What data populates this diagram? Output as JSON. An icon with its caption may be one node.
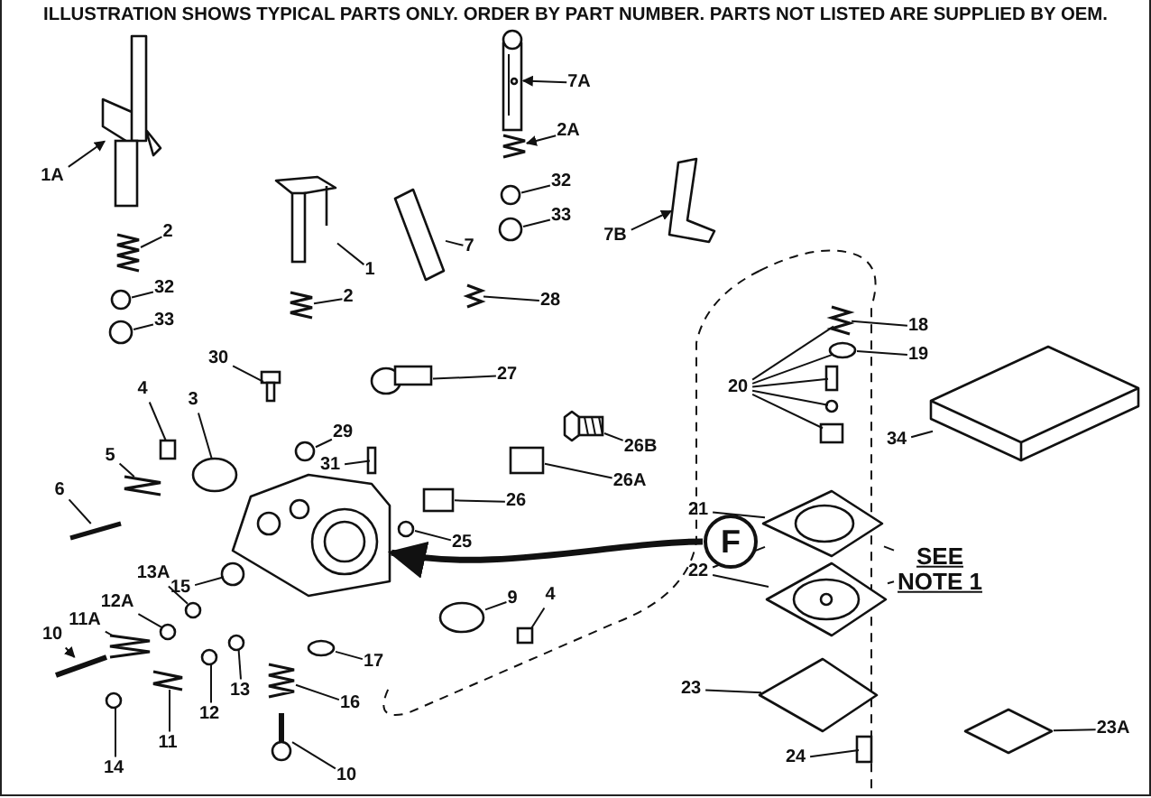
{
  "diagram": {
    "title": "ILLUSTRATION SHOWS TYPICAL PARTS ONLY. ORDER BY PART NUMBER. PARTS NOT LISTED ARE SUPPLIED BY OEM.",
    "nodes": [
      {
        "text": [
          "1A"
        ]
      },
      {
        "text": [
          "2"
        ]
      },
      {
        "text": [
          "32"
        ]
      },
      {
        "text": [
          "33"
        ]
      },
      {
        "text": [
          "1"
        ]
      },
      {
        "text": [
          "2"
        ]
      },
      {
        "text": [
          "7A"
        ]
      },
      {
        "text": [
          "2A"
        ]
      },
      {
        "text": [
          "32"
        ]
      },
      {
        "text": [
          "33"
        ]
      },
      {
        "text": [
          "7"
        ]
      },
      {
        "text": [
          "7B"
        ]
      },
      {
        "text": [
          "28"
        ]
      },
      {
        "text": [
          "30"
        ]
      },
      {
        "text": [
          "27"
        ]
      },
      {
        "text": [
          "4"
        ]
      },
      {
        "text": [
          "3"
        ]
      },
      {
        "text": [
          "29"
        ]
      },
      {
        "text": [
          "31"
        ]
      },
      {
        "text": [
          "5"
        ]
      },
      {
        "text": [
          "6"
        ]
      },
      {
        "text": [
          "26"
        ]
      },
      {
        "text": [
          "25"
        ]
      },
      {
        "text": [
          "26A"
        ]
      },
      {
        "text": [
          "26B"
        ]
      },
      {
        "text": [
          "15"
        ]
      },
      {
        "text": [
          "13A"
        ]
      },
      {
        "text": [
          "12A"
        ]
      },
      {
        "text": [
          "11A"
        ]
      },
      {
        "text": [
          "10"
        ]
      },
      {
        "text": [
          "9"
        ]
      },
      {
        "text": [
          "4"
        ]
      },
      {
        "text": [
          "17"
        ]
      },
      {
        "text": [
          "13"
        ]
      },
      {
        "text": [
          "12"
        ]
      },
      {
        "text": [
          "11"
        ]
      },
      {
        "text": [
          "16"
        ]
      },
      {
        "text": [
          "14"
        ]
      },
      {
        "text": [
          "10"
        ]
      },
      {
        "text": [
          "18"
        ]
      },
      {
        "text": [
          "19"
        ]
      },
      {
        "text": [
          "20"
        ]
      },
      {
        "text": [
          "34"
        ]
      },
      {
        "text": [
          "21"
        ]
      },
      {
        "text": [
          "22"
        ]
      },
      {
        "text": [
          "SEE NOTE 1"
        ]
      },
      {
        "text": [
          "23"
        ]
      },
      {
        "text": [
          "24"
        ]
      },
      {
        "text": [
          "23A"
        ]
      },
      {
        "text": [
          "F"
        ]
      },
      {
        "text": [],
        "shape": "picture"
      },
      {
        "text": [],
        "shape": "picture"
      },
      {
        "text": [],
        "shape": "circle"
      },
      {
        "text": [],
        "shape": "circle"
      },
      {
        "text": [],
        "shape": "picture"
      },
      {
        "text": [],
        "shape": "picture"
      },
      {
        "text": [],
        "shape": "picture"
      },
      {
        "text": [],
        "shape": "picture"
      },
      {
        "text": [],
        "shape": "circle"
      },
      {
        "text": [],
        "shape": "circle"
      },
      {
        "text": [],
        "shape": "picture"
      },
      {
        "text": [],
        "shape": "picture"
      },
      {
        "text": [],
        "shape": "picture"
      },
      {
        "text": [],
        "shape": "picture"
      },
      {
        "text": [],
        "shape": "picture"
      },
      {
        "text": [],
        "shape": "box"
      },
      {
        "text": [],
        "shape": "circle"
      },
      {
        "text": [],
        "shape": "circle"
      },
      {
        "text": [],
        "shape": "box"
      },
      {
        "text": [],
        "shape": "picture"
      },
      {
        "text": [],
        "shape": "picture"
      },
      {
        "text": [],
        "shape": "box"
      },
      {
        "text": [],
        "shape": "circle"
      },
      {
        "text": [],
        "shape": "box"
      },
      {
        "text": [],
        "shape": "picture"
      },
      {
        "text": [],
        "shape": "circle"
      },
      {
        "text": [],
        "shape": "circle"
      },
      {
        "text": [],
        "shape": "circle"
      },
      {
        "text": [],
        "shape": "picture"
      },
      {
        "text": [],
        "shape": "picture"
      },
      {
        "text": [],
        "shape": "circle"
      },
      {
        "text": [],
        "shape": "box"
      },
      {
        "text": [],
        "shape": "circle"
      },
      {
        "text": [],
        "shape": "circle"
      },
      {
        "text": [],
        "shape": "circle"
      },
      {
        "text": [],
        "shape": "picture"
      },
      {
        "text": [],
        "shape": "picture"
      },
      {
        "text": [],
        "shape": "circle"
      },
      {
        "text": [],
        "shape": "picture"
      },
      {
        "text": [],
        "shape": "picture"
      },
      {
        "text": [],
        "shape": "circle"
      },
      {
        "text": [],
        "shape": "box"
      },
      {
        "text": [],
        "shape": "circle"
      },
      {
        "text": [],
        "shape": "box"
      },
      {
        "text": [],
        "shape": "picture"
      },
      {
        "text": [],
        "shape": "picture"
      },
      {
        "text": [],
        "shape": "picture"
      },
      {
        "text": [],
        "shape": "picture"
      },
      {
        "text": [],
        "shape": "box"
      },
      {
        "text": [],
        "shape": "picture"
      },
      {
        "text": [],
        "shape": "picture"
      }
    ],
    "edges": [
      {
        "from": 0,
        "to": 50,
        "arrow": "to"
      },
      {
        "from": 1,
        "to": 51,
        "arrow": "none"
      },
      {
        "from": 2,
        "to": 52,
        "arrow": "none"
      },
      {
        "from": 3,
        "to": 53,
        "arrow": "none"
      },
      {
        "from": 4,
        "to": 54,
        "arrow": "none"
      },
      {
        "from": 5,
        "to": 55,
        "arrow": "none"
      },
      {
        "from": 6,
        "to": 56,
        "arrow": "to"
      },
      {
        "from": 7,
        "to": 57,
        "arrow": "to"
      },
      {
        "from": 8,
        "to": 58,
        "arrow": "none"
      },
      {
        "from": 9,
        "to": 59,
        "arrow": "none"
      },
      {
        "from": 10,
        "to": 60,
        "arrow": "none"
      },
      {
        "from": 11,
        "to": 61,
        "arrow": "to"
      },
      {
        "from": 12,
        "to": 62,
        "arrow": "none"
      },
      {
        "from": 13,
        "to": 63,
        "arrow": "none"
      },
      {
        "from": 14,
        "to": 64,
        "arrow": "none"
      },
      {
        "from": 15,
        "to": 65,
        "arrow": "none"
      },
      {
        "from": 16,
        "to": 66,
        "arrow": "none"
      },
      {
        "from": 17,
        "to": 67,
        "arrow": "none"
      },
      {
        "from": 18,
        "to": 68,
        "arrow": "none"
      },
      {
        "from": 19,
        "to": 69,
        "arrow": "none"
      },
      {
        "from": 20,
        "to": 70,
        "arrow": "none"
      },
      {
        "from": 21,
        "to": 71,
        "arrow": "none"
      },
      {
        "from": 22,
        "to": 72,
        "arrow": "none"
      },
      {
        "from": 23,
        "to": 73,
        "arrow": "none"
      },
      {
        "from": 24,
        "to": 74,
        "arrow": "none"
      },
      {
        "from": 25,
        "to": 75,
        "arrow": "none"
      },
      {
        "from": 26,
        "to": 76,
        "arrow": "none"
      },
      {
        "from": 27,
        "to": 77,
        "arrow": "none"
      },
      {
        "from": 28,
        "to": 78,
        "arrow": "none"
      },
      {
        "from": 29,
        "to": 79,
        "arrow": "to"
      },
      {
        "from": 30,
        "to": 80,
        "arrow": "none"
      },
      {
        "from": 31,
        "to": 81,
        "arrow": "none"
      },
      {
        "from": 32,
        "to": 82,
        "arrow": "none"
      },
      {
        "from": 33,
        "to": 83,
        "arrow": "none"
      },
      {
        "from": 34,
        "to": 84,
        "arrow": "none"
      },
      {
        "from": 35,
        "to": 85,
        "arrow": "none"
      },
      {
        "from": 36,
        "to": 86,
        "arrow": "none"
      },
      {
        "from": 37,
        "to": 87,
        "arrow": "none"
      },
      {
        "from": 38,
        "to": 88,
        "arrow": "none"
      },
      {
        "from": 39,
        "to": 89,
        "arrow": "none"
      },
      {
        "from": 40,
        "to": 90,
        "arrow": "none"
      },
      {
        "from": 41,
        "to": 89,
        "arrow": "none"
      },
      {
        "from": 41,
        "to": 90,
        "arrow": "none"
      },
      {
        "from": 41,
        "to": 91,
        "arrow": "none"
      },
      {
        "from": 41,
        "to": 92,
        "arrow": "none"
      },
      {
        "from": 41,
        "to": 93,
        "arrow": "none"
      },
      {
        "from": 42,
        "to": 94,
        "arrow": "none"
      },
      {
        "from": 43,
        "to": 95,
        "arrow": "none"
      },
      {
        "from": 44,
        "to": 95,
        "arrow": "none"
      },
      {
        "from": 44,
        "to": 96,
        "arrow": "none"
      },
      {
        "from": 45,
        "to": 95,
        "arrow": "none"
      },
      {
        "from": 45,
        "to": 96,
        "arrow": "none"
      },
      {
        "from": 46,
        "to": 97,
        "arrow": "none"
      },
      {
        "from": 47,
        "to": 98,
        "arrow": "none"
      },
      {
        "from": 48,
        "to": 99,
        "arrow": "none"
      },
      {
        "from": 49,
        "to": 100,
        "arrow": "to",
        "style": "thick"
      }
    ]
  }
}
